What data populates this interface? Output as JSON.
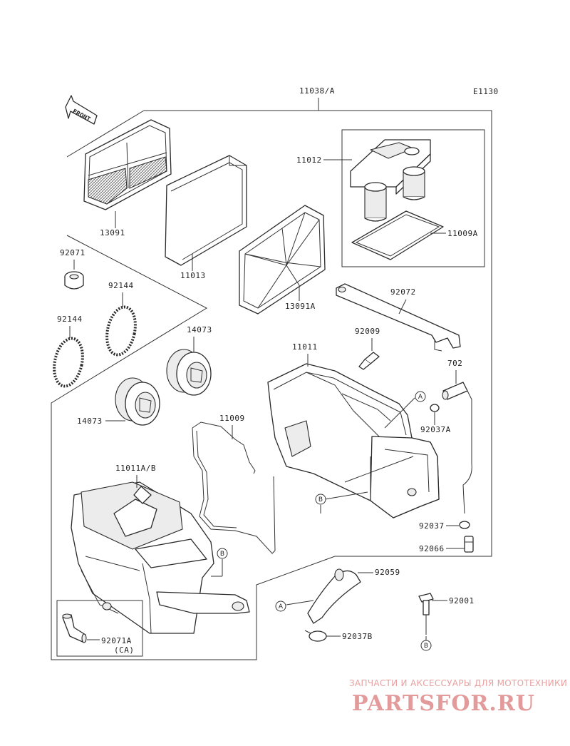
{
  "diagram": {
    "code": "E1130",
    "front_marker": "FRONT",
    "labels": {
      "assy": "11038/A",
      "cover_assy": "11012",
      "gasket_top": "11009A",
      "filter_a": "13091",
      "filter_b": "11013",
      "filter_c": "13091A",
      "plug_92071": "92071",
      "band_1": "92144",
      "band_2": "92144",
      "cap_1": "14073",
      "cap_2": "14073",
      "bracket": "92072",
      "bolt_92009": "92009",
      "case_upper": "11011",
      "tube_702": "702",
      "clamp_92037a": "92037A",
      "gasket_11009": "11009",
      "case_lower": "11011A/B",
      "clamp_92037": "92037",
      "plug_92066": "92066",
      "hose_92059": "92059",
      "bolt_92001": "92001",
      "clamp_92037b": "92037B",
      "fitting": "92071A",
      "fitting_note": "(CA)"
    },
    "callouts": {
      "a": "A",
      "b": "B"
    }
  },
  "watermark": {
    "tagline": "ЗАПЧАСТИ И АКСЕССУАРЫ ДЛЯ МОТОТЕХНИКИ",
    "brand": "PARTSFOR.RU"
  }
}
